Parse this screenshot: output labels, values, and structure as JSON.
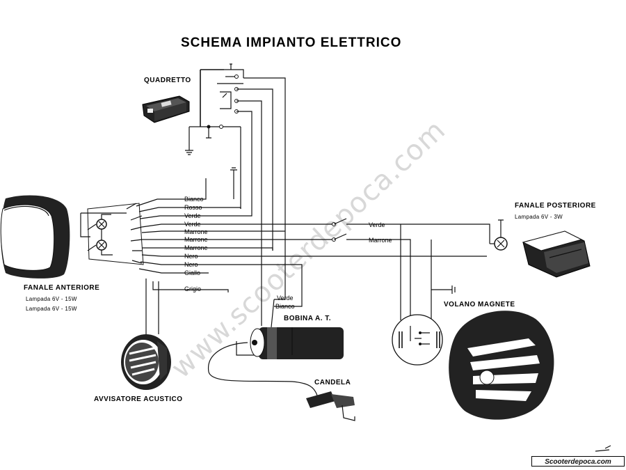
{
  "title": "SCHEMA IMPIANTO ELETTRICO",
  "watermark": "www.scooterdepoca.com",
  "credit": "Scooterdepoca.com",
  "components": {
    "quadretto": "QUADRETTO",
    "fanale_anteriore": "FANALE ANTERIORE",
    "fanale_anteriore_lamp1": "Lampada 6V - 15W",
    "fanale_anteriore_lamp2": "Lampada 6V - 15W",
    "fanale_posteriore": "FANALE POSTERIORE",
    "fanale_posteriore_lamp": "Lampada 6V - 3W",
    "volano_magnete": "VOLANO MAGNETE",
    "bobina": "BOBINA A. T.",
    "candela": "CANDELA",
    "avvisatore": "AVVISATORE ACUSTICO"
  },
  "wires": {
    "bundle": [
      "Bianco",
      "Rosso",
      "Verde",
      "Verde",
      "Marrone",
      "Marrone",
      "Marrone",
      "Nero",
      "Nero",
      "Giallo"
    ],
    "grigio": "Grigio",
    "rear_verde": "Verde",
    "rear_marrone": "Marrone",
    "coil_verde": "Verde",
    "coil_bianco": "Bianco"
  },
  "colors": {
    "ink": "#111111",
    "watermark": "#d8d8d8",
    "background": "#ffffff"
  }
}
